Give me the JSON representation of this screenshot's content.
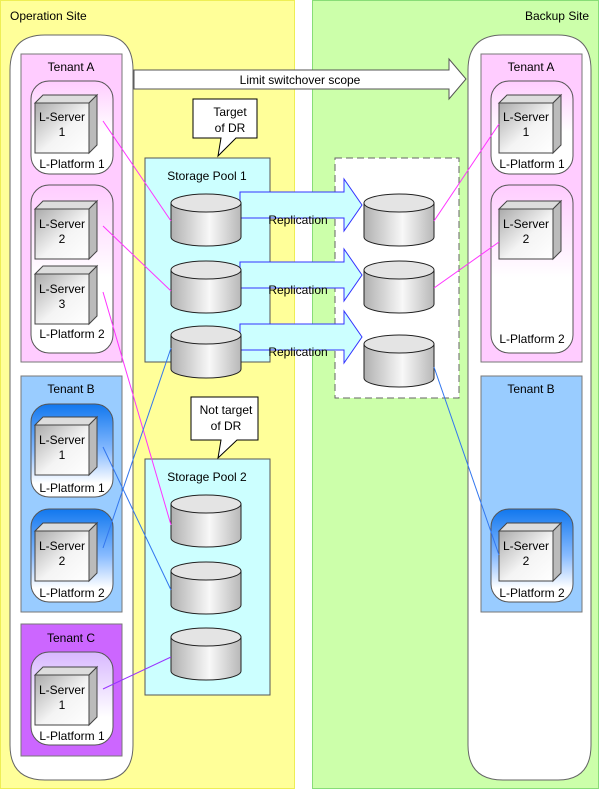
{
  "sites": {
    "operation": {
      "label": "Operation Site",
      "color": "#ffff99"
    },
    "backup": {
      "label": "Backup Site",
      "color": "#ccffaa"
    }
  },
  "scope_arrow": {
    "label": "Limit switchover scope"
  },
  "callouts": {
    "target": {
      "line1": "Target",
      "line2": "of DR"
    },
    "not_target": {
      "line1": "Not target",
      "line2": "of DR"
    }
  },
  "pools": {
    "pool1": {
      "label": "Storage Pool 1"
    },
    "pool2": {
      "label": "Storage Pool 2"
    }
  },
  "replication": {
    "label": "Replication",
    "count": 3
  },
  "colors": {
    "tenant_a": "#ffccff",
    "tenant_b": "#99ccff",
    "tenant_c": "#cc66ff",
    "pool_fill": "#ccffff",
    "link_a": "#ff33ff",
    "link_b": "#3377ee",
    "link_c": "#9933ff",
    "replication_fill": "#ccffff",
    "replication_stroke": "#3333ff"
  },
  "operation_tenants": {
    "a": {
      "label": "Tenant A",
      "p1": {
        "label": "L-Platform 1",
        "s1": {
          "line1": "L-Server",
          "line2": "1"
        }
      },
      "p2": {
        "label": "L-Platform 2",
        "s1": {
          "line1": "L-Server",
          "line2": "2"
        },
        "s2": {
          "line1": "L-Server",
          "line2": "3"
        }
      }
    },
    "b": {
      "label": "Tenant B",
      "p1": {
        "label": "L-Platform 1",
        "s1": {
          "line1": "L-Server",
          "line2": "1"
        }
      },
      "p2": {
        "label": "L-Platform 2",
        "s1": {
          "line1": "L-Server",
          "line2": "2"
        }
      }
    },
    "c": {
      "label": "Tenant C",
      "p1": {
        "label": "L-Platform 1",
        "s1": {
          "line1": "L-Server",
          "line2": "1"
        }
      }
    }
  },
  "backup_tenants": {
    "a": {
      "label": "Tenant A",
      "p1": {
        "label": "L-Platform 1",
        "s1": {
          "line1": "L-Server",
          "line2": "1"
        }
      },
      "p2": {
        "label": "L-Platform 2",
        "s1": {
          "line1": "L-Server",
          "line2": "2"
        }
      }
    },
    "b": {
      "label": "Tenant B",
      "p2": {
        "label": "L-Platform 2",
        "s1": {
          "line1": "L-Server",
          "line2": "2"
        }
      }
    }
  }
}
